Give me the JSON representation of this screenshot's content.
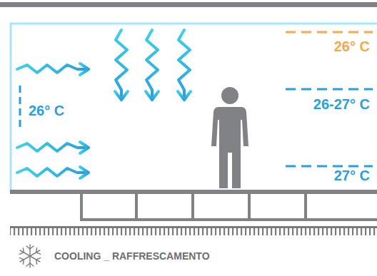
{
  "diagram": {
    "labels": [
      "26° C",
      "26° C",
      "26-27° C",
      "27° C",
      "COOLING _ RAFFRESCAMENTO"
    ]
  }
}
